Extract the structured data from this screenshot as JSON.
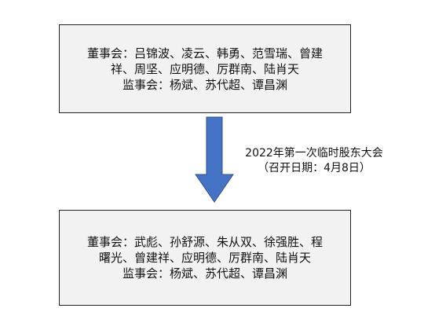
{
  "colors": {
    "box_fill": "#f2f2f2",
    "box_border": "#222222",
    "arrow_fill": "#4472c4",
    "arrow_stroke": "#2f528f"
  },
  "before": {
    "lines": [
      "董事会：吕锦波、凌云、韩勇、范雪瑞、曾建",
      "祥、周坚、应明德、厉群南、陆肖天",
      "监事会：杨斌、苏代超、谭昌渊"
    ]
  },
  "event": {
    "title": "2022年第一次临时股东大会",
    "date": "（召开日期：4月8日）"
  },
  "after": {
    "lines": [
      "董事会：武彪、孙舒源、朱从双、徐强胜、程",
      "曙光、曾建祥、应明德、厉群南、陆肖天",
      "监事会：杨斌、苏代超、谭昌渊"
    ]
  }
}
